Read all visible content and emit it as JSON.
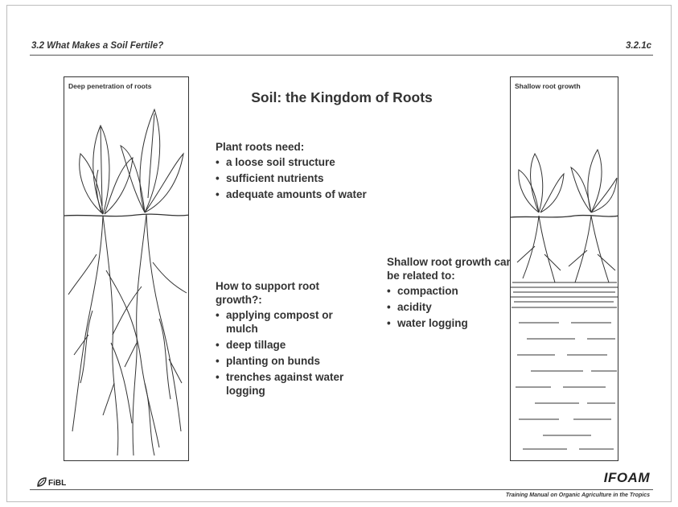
{
  "header": {
    "section": "3.2 What Makes a Soil Fertile?",
    "code": "3.2.1c"
  },
  "title": "Soil: the Kingdom of Roots",
  "panels": {
    "left_label": "Deep penetration of roots",
    "right_label": "Shallow root growth"
  },
  "needs": {
    "heading": "Plant roots need:",
    "items": [
      "a loose soil structure",
      "sufficient nutrients",
      "adequate amounts of water"
    ]
  },
  "support": {
    "heading": "How to support root growth?:",
    "items": [
      "applying compost or mulch",
      "deep tillage",
      "planting on bunds",
      "trenches against water logging"
    ]
  },
  "shallow": {
    "heading": "Shallow root growth can be related to:",
    "items": [
      "compaction",
      "acidity",
      "water logging"
    ]
  },
  "footer": {
    "left_logo": "FiBL",
    "right_logo": "IFOAM",
    "manual": "Training Manual on Organic Agriculture in the Tropics"
  },
  "bullet": "•"
}
